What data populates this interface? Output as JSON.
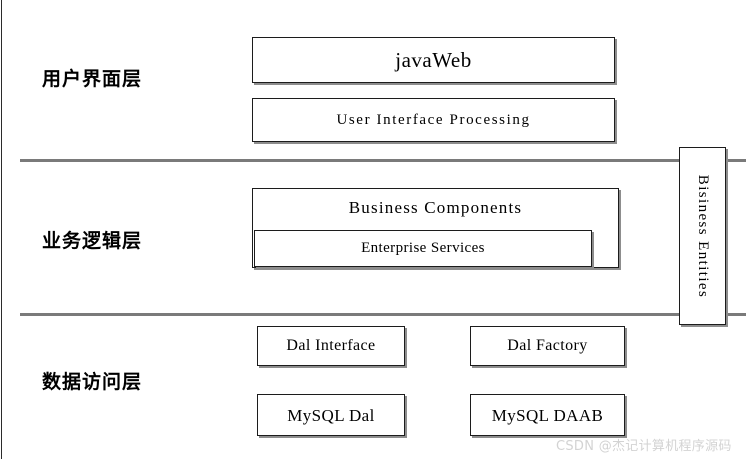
{
  "diagram": {
    "title": "三层架构图",
    "background_color": "#ffffff",
    "box_border_color": "#1c1c1c",
    "box_shadow_color": "#8d8d8d",
    "divider_color": "#7a7a7a",
    "watermark_color": "#d3d3d3"
  },
  "layers": [
    {
      "label": "用户界面层"
    },
    {
      "label": "业务逻辑层"
    },
    {
      "label": "数据访问层"
    }
  ],
  "presentation_layer": {
    "boxes": [
      {
        "label": "javaWeb"
      },
      {
        "label": "User  Interface  Processing"
      }
    ]
  },
  "business_layer": {
    "outer_box": {
      "label": "Business   Components"
    },
    "inner_box": {
      "label": "Enterprise Services"
    }
  },
  "cross_cutting": {
    "entities_box": {
      "label": "Bisiness Entities"
    }
  },
  "data_layer": {
    "boxes": [
      {
        "label": "Dal Interface"
      },
      {
        "label": "Dal Factory"
      },
      {
        "label": "MySQL Dal"
      },
      {
        "label": "MySQL DAAB"
      }
    ]
  },
  "watermark": {
    "text": "CSDN @杰记计算机程序源码"
  }
}
